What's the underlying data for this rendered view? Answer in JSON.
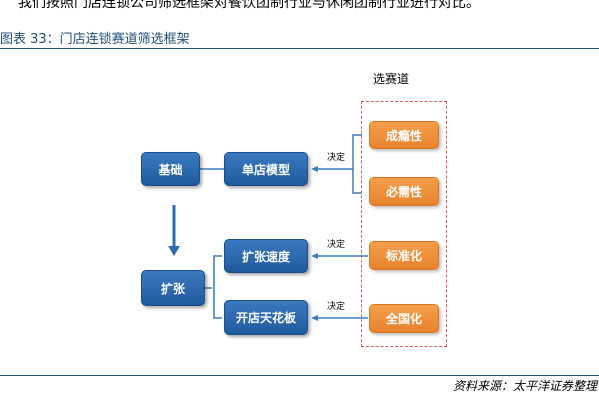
{
  "header": {
    "intro_text": "我们按照门店连锁公司筛选框架对餐饮团制行业与休闲团制行业进行对比。",
    "figure_title": "图表 33：门店连锁赛道筛选框架"
  },
  "diagram": {
    "track_label": "选赛道",
    "basis": "基础",
    "expand": "扩张",
    "single_store_model": "单店模型",
    "expansion_speed": "扩张速度",
    "store_ceiling": "开店天花板",
    "decide_labels": [
      "决定",
      "决定",
      "决定"
    ],
    "criteria": [
      "成瘾性",
      "必需性",
      "标准化",
      "全国化"
    ]
  },
  "footer": {
    "source": "资料来源：太平洋证券整理"
  },
  "colors": {
    "blue_box": "#2a69ae",
    "orange_box": "#ee8c37",
    "dashed_border": "#e05d5d",
    "connector": "#3a7cc0",
    "rule": "#1f4e79"
  }
}
